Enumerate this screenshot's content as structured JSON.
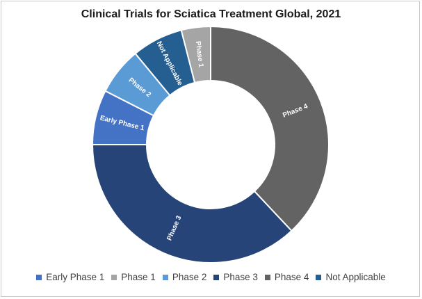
{
  "chart_data": {
    "type": "pie",
    "title": "Clinical Trials for Sciatica Treatment Global, 2021",
    "categories": [
      "Early Phase 1",
      "Phase 1",
      "Phase 2",
      "Phase 3",
      "Phase 4",
      "Not Applicable"
    ],
    "values": [
      7.5,
      4,
      6.5,
      37,
      38,
      7
    ],
    "unit": "",
    "legend_position": "bottom",
    "colors": {
      "Early Phase 1": "#4472c4",
      "Phase 1": "#a5a5a5",
      "Phase 2": "#5b9bd5",
      "Phase 3": "#264478",
      "Phase 4": "#636363",
      "Not Applicable": "#255e91"
    },
    "slice_order_clockwise_from_top": [
      "Phase 4",
      "Phase 3",
      "Early Phase 1",
      "Phase 2",
      "Not Applicable",
      "Phase 1"
    ]
  }
}
